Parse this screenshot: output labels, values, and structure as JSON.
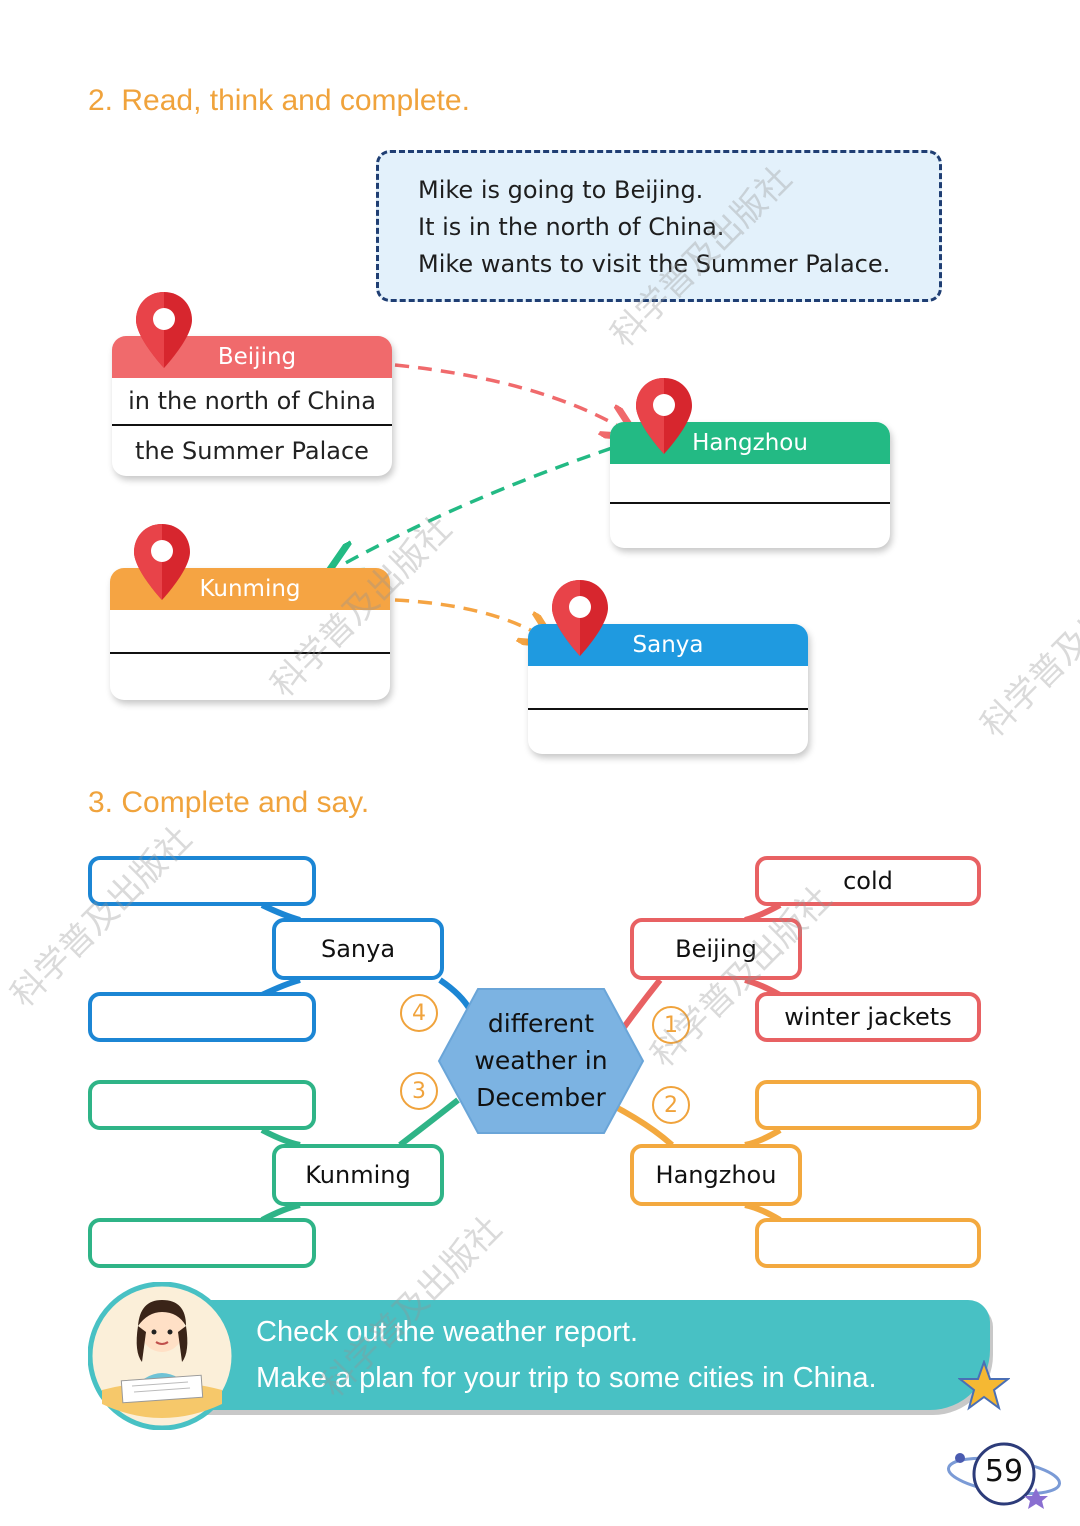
{
  "section2": {
    "heading": "2. Read, think and complete.",
    "example": [
      "Mike is going to Beijing.",
      "It is in the north of China.",
      "Mike wants to visit the Summer Palace."
    ],
    "cards": [
      {
        "city": "Beijing",
        "line1": "in the north of China",
        "line2": "the Summer Palace",
        "color": "#f06a6c"
      },
      {
        "city": "Hangzhou",
        "line1": "",
        "line2": "",
        "color": "#23ba84"
      },
      {
        "city": "Kunming",
        "line1": "",
        "line2": "",
        "color": "#f5a443"
      },
      {
        "city": "Sanya",
        "line1": "",
        "line2": "",
        "color": "#1f9ae0"
      }
    ]
  },
  "section3": {
    "heading": "3. Complete and say.",
    "center": [
      "different",
      "weather in",
      "December"
    ],
    "numbers": [
      "1",
      "2",
      "3",
      "4"
    ],
    "branches": {
      "sanya": {
        "city": "Sanya",
        "top": "",
        "bottom": "",
        "color": "#1c86d4"
      },
      "beijing": {
        "city": "Beijing",
        "top": "cold",
        "bottom": "winter jackets",
        "color": "#e86163"
      },
      "kunming": {
        "city": "Kunming",
        "top": "",
        "bottom": "",
        "color": "#2fb487"
      },
      "hangzhou": {
        "city": "Hangzhou",
        "top": "",
        "bottom": "",
        "color": "#f3a93f"
      }
    }
  },
  "banner": {
    "line1": "Check out the weather report.",
    "line2": "Make a plan for your trip to some cities in China."
  },
  "page_number": "59",
  "watermark": "科学普及出版社"
}
